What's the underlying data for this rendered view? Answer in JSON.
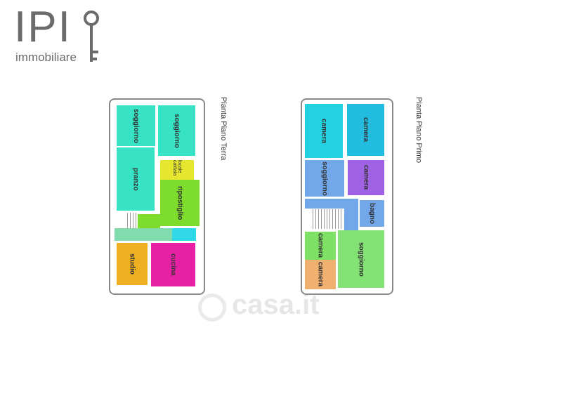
{
  "logo": {
    "brand": "IPI",
    "subtitle": "immobiliare"
  },
  "watermark": "casa.it",
  "ground_floor": {
    "title": "Pianta Piano Terra",
    "rooms": [
      {
        "name": "soggiorno",
        "color": "#38e2c4"
      },
      {
        "name": "soggiorno",
        "color": "#38e2c4"
      },
      {
        "name": "pranzo",
        "color": "#38e2c4"
      },
      {
        "name": "locale caldaia",
        "color": "#e6e630"
      },
      {
        "name": "ripostiglio",
        "color": "#7ddc2c"
      },
      {
        "name": "studio",
        "color": "#eeb022"
      },
      {
        "name": "cucina",
        "color": "#e821a4"
      }
    ]
  },
  "first_floor": {
    "title": "Pianta Piano Primo",
    "rooms": [
      {
        "name": "camera",
        "color": "#22d2e0"
      },
      {
        "name": "camera",
        "color": "#22bce0"
      },
      {
        "name": "soggiorno",
        "color": "#72a8ea"
      },
      {
        "name": "camera",
        "color": "#a062e4"
      },
      {
        "name": "bagno",
        "color": "#72a8ea"
      },
      {
        "name": "camera",
        "color": "#7ee064"
      },
      {
        "name": "camera",
        "color": "#f0b070"
      },
      {
        "name": "soggiorno",
        "color": "#82e274"
      }
    ]
  }
}
